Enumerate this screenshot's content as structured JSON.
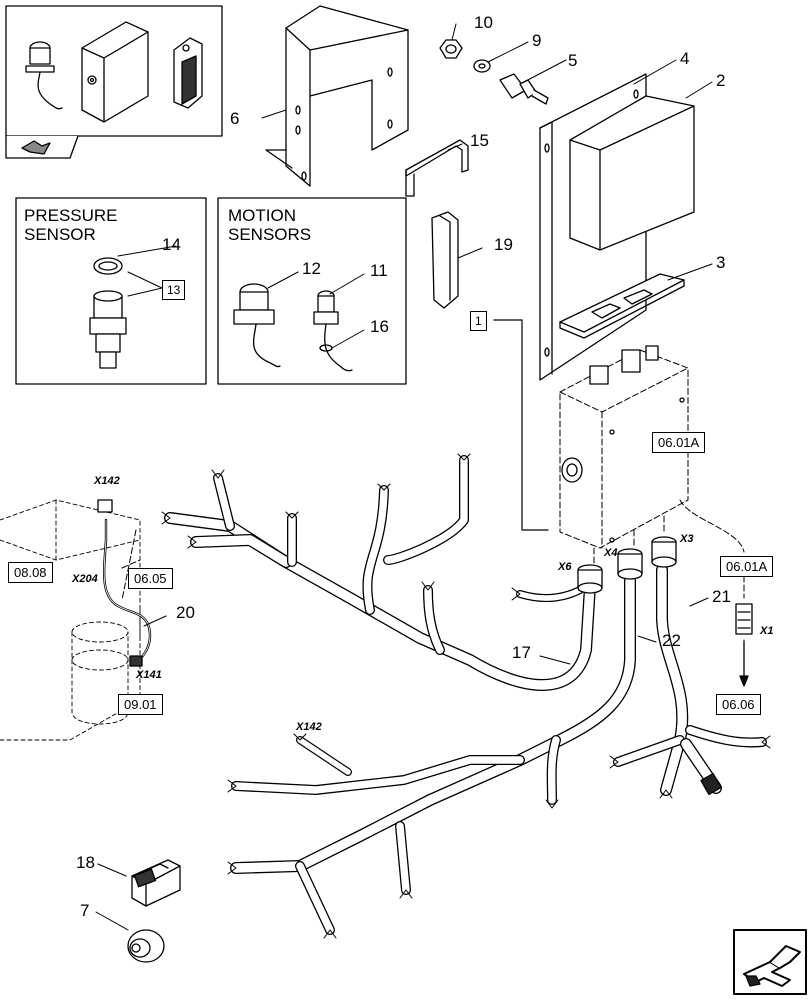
{
  "boxes": {
    "pressure": {
      "title_line1": "PRESSURE",
      "title_line2": "SENSOR"
    },
    "motion": {
      "title_line1": "MOTION",
      "title_line2": "SENSORS"
    }
  },
  "callouts": {
    "p1": "1",
    "p2": "2",
    "p3": "3",
    "p4": "4",
    "p5": "5",
    "p6": "6",
    "p7": "7",
    "p9": "9",
    "p10": "10",
    "p11": "11",
    "p12": "12",
    "p13": "13",
    "p14": "14",
    "p15": "15",
    "p16": "16",
    "p17": "17",
    "p18": "18",
    "p19": "19",
    "p20": "20",
    "p21": "21",
    "p22": "22"
  },
  "references": {
    "r0601a_a": "06.01A",
    "r0601a_b": "06.01A",
    "r0606": "06.06",
    "r0808": "08.08",
    "r0605": "06.05",
    "r0901": "09.01"
  },
  "connectors": {
    "x142_a": "X142",
    "x142_b": "X142",
    "x204": "X204",
    "x141": "X141",
    "x6": "X6",
    "x4": "X4",
    "x3": "X3",
    "x1": "X1"
  }
}
